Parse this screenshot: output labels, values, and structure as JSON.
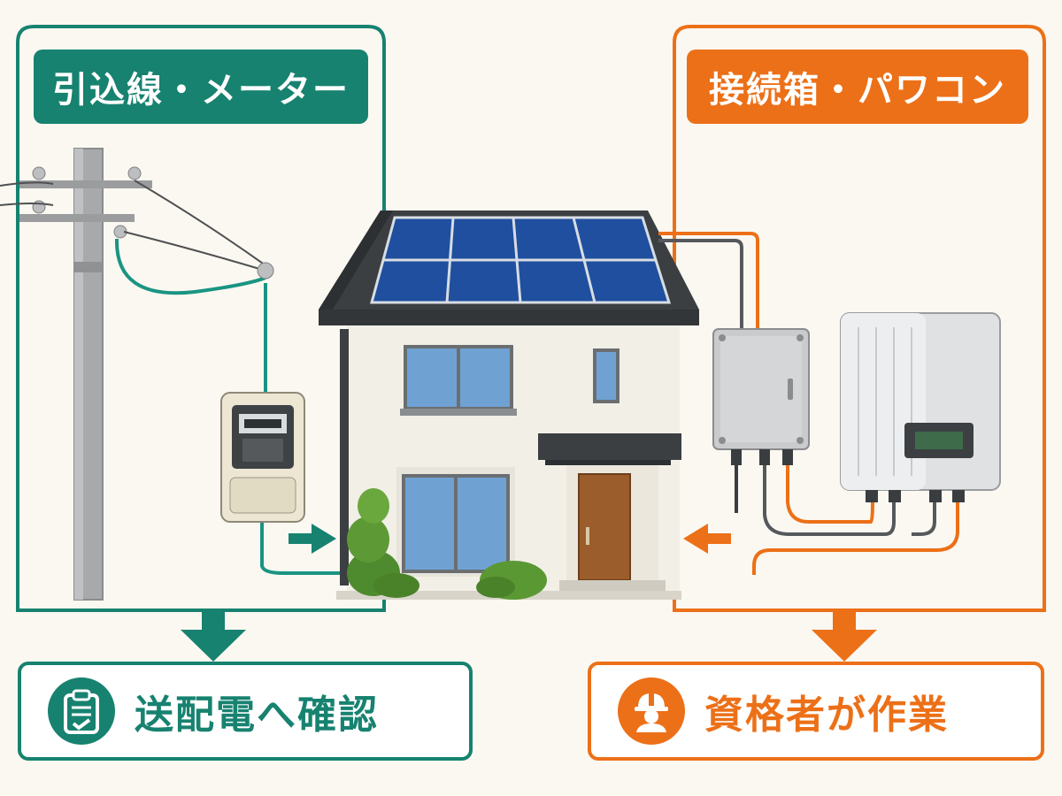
{
  "left_panel": {
    "title": "引込線・メーター",
    "result": "送配電へ確認",
    "result_icon": "clipboard-check-icon",
    "color": "#178270"
  },
  "right_panel": {
    "title": "接続箱・パワコン",
    "result": "資格者が作業",
    "result_icon": "worker-helmet-icon",
    "color": "#ec7018"
  }
}
